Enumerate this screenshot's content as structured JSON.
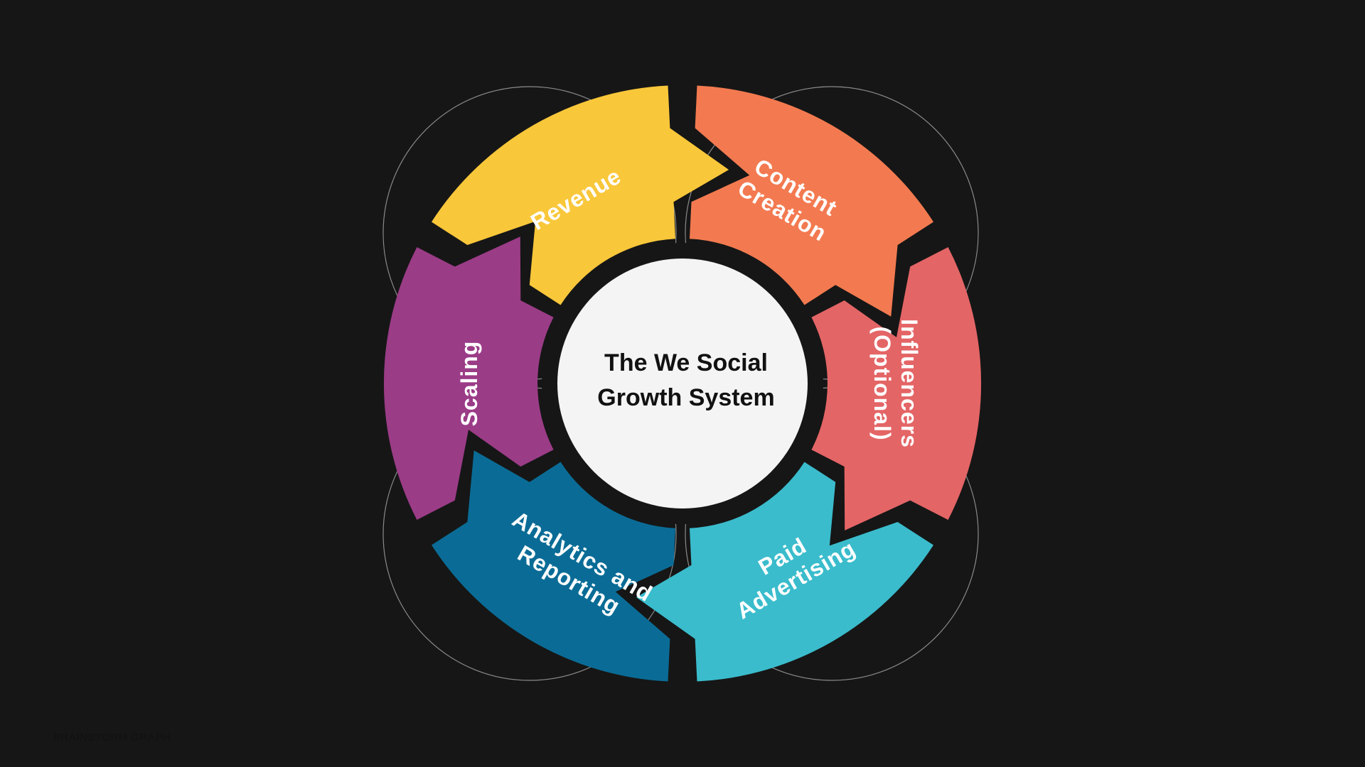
{
  "title": {
    "line1": "The We Social",
    "line2": "Growth System"
  },
  "segments": [
    {
      "id": "revenue",
      "lines": [
        "Revenue"
      ],
      "color": "#F9C73A"
    },
    {
      "id": "content-creation",
      "lines": [
        "Content",
        "Creation"
      ],
      "color": "#F37A50"
    },
    {
      "id": "influencers",
      "lines": [
        "Influencers",
        "(Optional)"
      ],
      "color": "#E46566"
    },
    {
      "id": "paid-advertising",
      "lines": [
        "Paid",
        "Advertising"
      ],
      "color": "#3ABCCC"
    },
    {
      "id": "analytics-reporting",
      "lines": [
        "Analytics and",
        "Reporting"
      ],
      "color": "#0A6C96"
    },
    {
      "id": "scaling",
      "lines": [
        "Scaling"
      ],
      "color": "#9B3C87"
    }
  ],
  "colors": {
    "background": "#161616",
    "center_fill": "#F4F4F4",
    "outline": "#8A8A8A"
  },
  "footer": {
    "label": "BRAINSTORM GRAPH"
  }
}
